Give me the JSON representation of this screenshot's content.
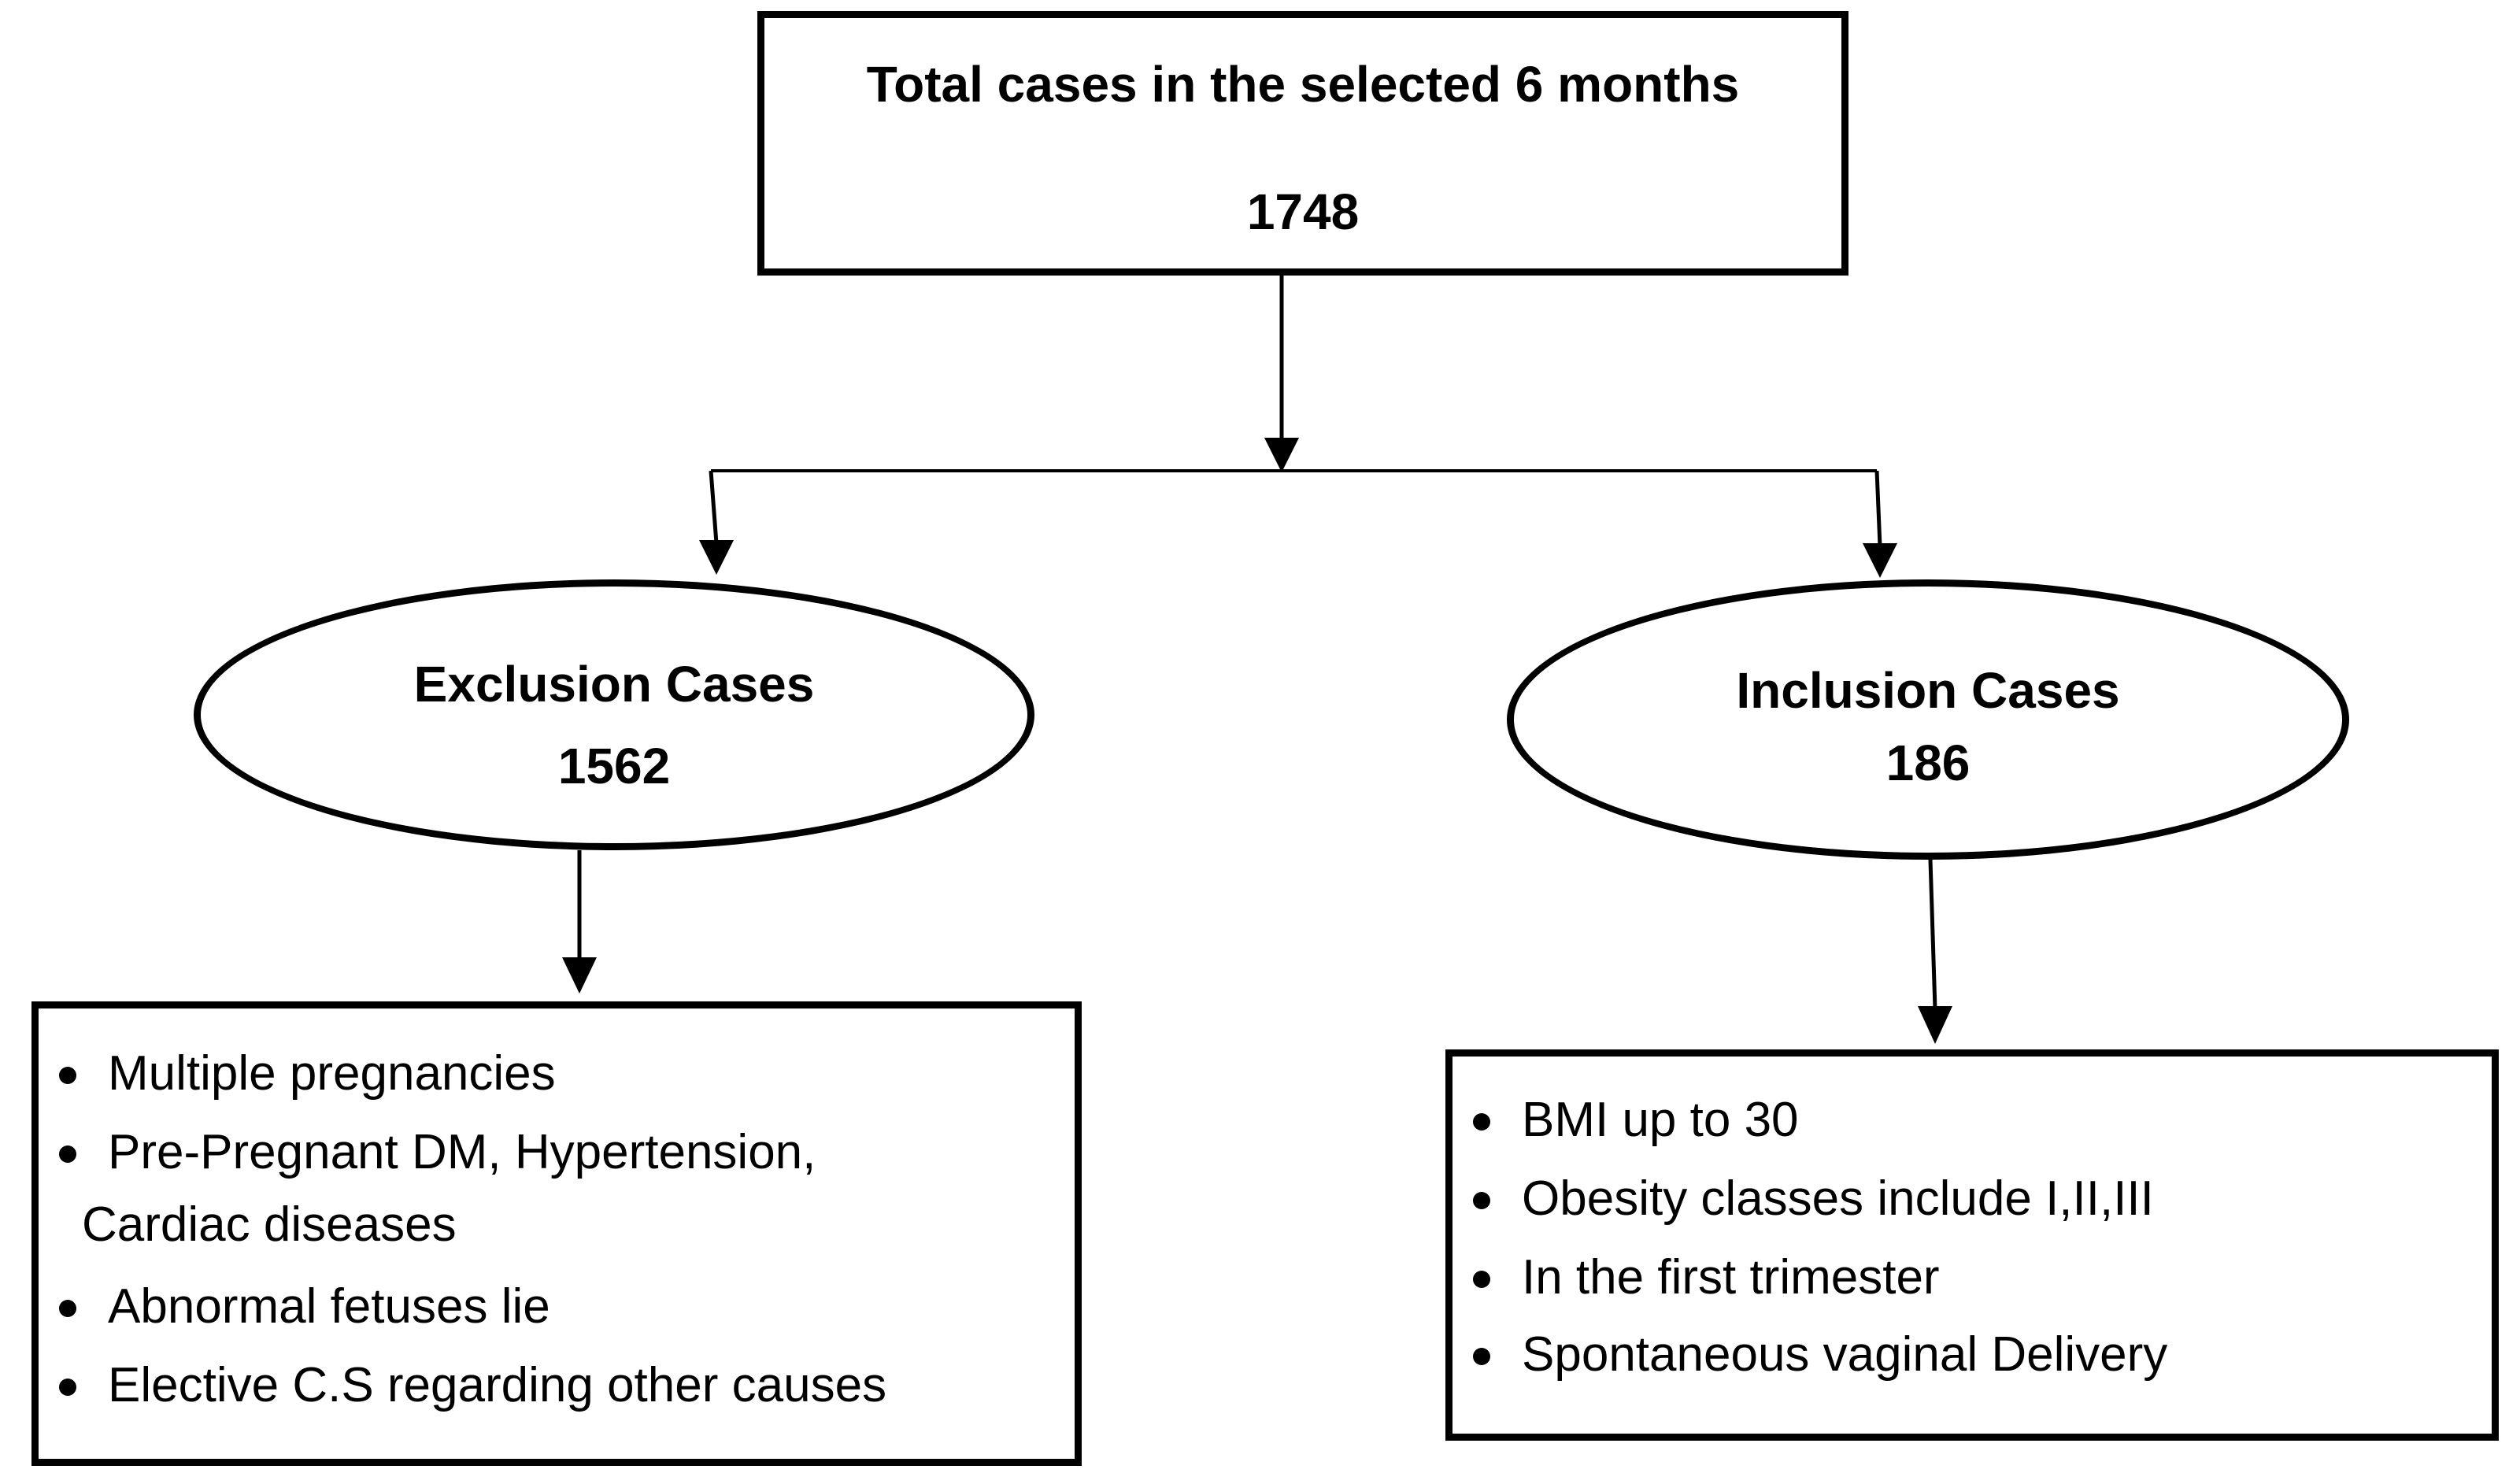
{
  "top": {
    "title": "Total cases in the selected 6 months",
    "count": "1748"
  },
  "exclusion": {
    "label": "Exclusion Cases",
    "count": "1562",
    "items": [
      "Multiple pregnancies",
      "Pre-Pregnant DM, Hypertension,",
      "Cardiac diseases",
      "Abnormal fetuses lie",
      "Elective C.S regarding other causes"
    ]
  },
  "inclusion": {
    "label": "Inclusion Cases",
    "count": "186",
    "items": [
      "BMI up to 30",
      "Obesity classes include I,II,III",
      "In the first trimester",
      "Spontaneous vaginal Delivery"
    ]
  },
  "colors": {
    "line": "#000000",
    "background": "#ffffff"
  }
}
